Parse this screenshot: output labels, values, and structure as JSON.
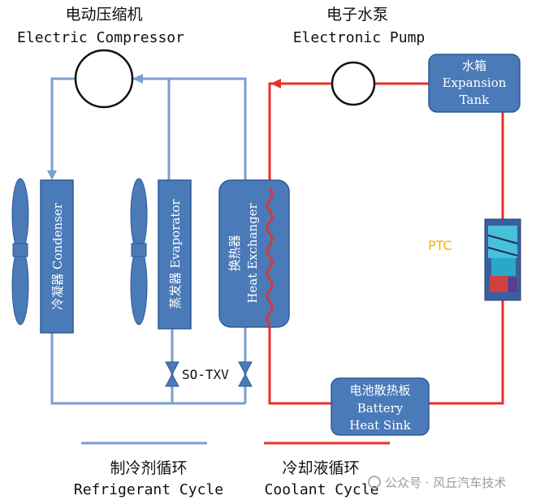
{
  "compressor": {
    "label_cn": "电动压缩机",
    "label_en": "Electric Compressor"
  },
  "pump": {
    "label_cn": "电子水泵",
    "label_en": "Electronic Pump"
  },
  "expansion_tank": {
    "label_cn": "水箱",
    "label_en_1": "Expansion",
    "label_en_2": "Tank"
  },
  "condenser": {
    "label": "冷凝器 Condenser"
  },
  "evaporator": {
    "label": "蒸发器 Evaporator"
  },
  "heat_exchanger": {
    "label_cn": "换热器",
    "label_en": "Heat Exchanger"
  },
  "valve": {
    "label": "SO-TXV"
  },
  "ptc": {
    "label": "PTC"
  },
  "battery": {
    "label_cn": "电池散热板",
    "label_en_1": "Battery",
    "label_en_2": "Heat Sink"
  },
  "legend": {
    "refrigerant_cn": "制冷剂循环",
    "refrigerant_en": "Refrigerant Cycle",
    "coolant_cn": "冷却液循环",
    "coolant_en": "Coolant Cycle"
  },
  "watermark": "公众号 · 风丘汽车技术",
  "colors": {
    "refrigerant_line": "#7a9fd0",
    "coolant_line": "#e8302a",
    "component_fill": "#4a7ab8",
    "component_stroke": "#2e5a94",
    "ptc_label": "#f2b400"
  }
}
